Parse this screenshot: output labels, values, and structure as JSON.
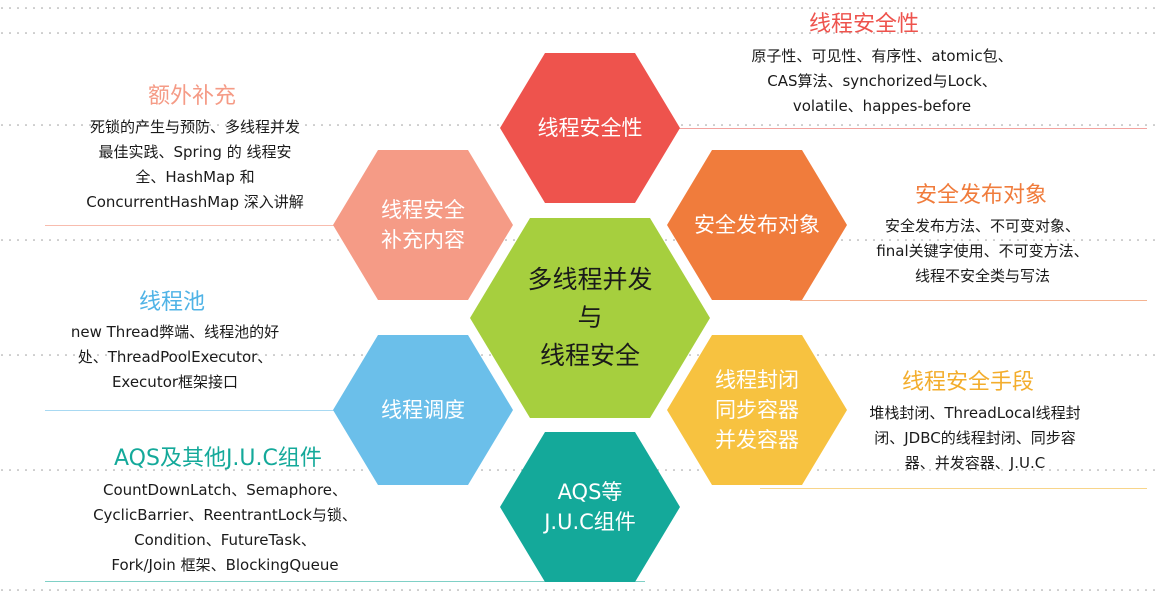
{
  "colors": {
    "red": "#ee534d",
    "orange": "#f07c3c",
    "salmon": "#f59b86",
    "green": "#a6cf3e",
    "yellow": "#f7c240",
    "blue": "#6bbfea",
    "teal": "#14a99a",
    "dots": "#999999"
  },
  "hexagons": {
    "center": [
      "多线程并发",
      "与",
      "线程安全"
    ],
    "thread_safety": [
      "线程安全性"
    ],
    "safe_publish": [
      "安全发布对象"
    ],
    "supplement": [
      "线程安全",
      "补充内容"
    ],
    "scheduling": [
      "线程调度"
    ],
    "confinement": [
      "线程封闭",
      "同步容器",
      "并发容器"
    ],
    "aqs": [
      "AQS等",
      "J.U.C组件"
    ]
  },
  "notes": {
    "thread_safety": {
      "title": "线程安全性",
      "lines": [
        "原子性、可见性、有序性、atomic包、",
        "CAS算法、synchorized与Lock、",
        "volatile、happes-before"
      ]
    },
    "safe_publish": {
      "title": "安全发布对象",
      "lines": [
        "安全发布方法、不可变对象、",
        "final关键字使用、不可变方法、",
        "线程不安全类与写法"
      ]
    },
    "safety_means": {
      "title": "线程安全手段",
      "lines": [
        "堆栈封闭、ThreadLocal线程封",
        "闭、JDBC的线程封闭、同步容",
        "器、并发容器、J.U.C"
      ]
    },
    "extra": {
      "title": "额外补充",
      "lines": [
        "死锁的产生与预防、多线程并发",
        "最佳实践、Spring 的 线程安",
        "全、HashMap 和",
        "ConcurrentHashMap 深入讲解"
      ]
    },
    "thread_pool": {
      "title": "线程池",
      "lines": [
        "new Thread弊端、线程池的好",
        "处、ThreadPoolExecutor、",
        "Executor框架接口"
      ]
    },
    "aqs": {
      "title": "AQS及其他J.U.C组件",
      "lines": [
        "CountDownLatch、Semaphore、",
        "CyclicBarrier、ReentrantLock与锁、",
        "Condition、FutureTask、",
        "Fork/Join 框架、BlockingQueue"
      ]
    }
  }
}
